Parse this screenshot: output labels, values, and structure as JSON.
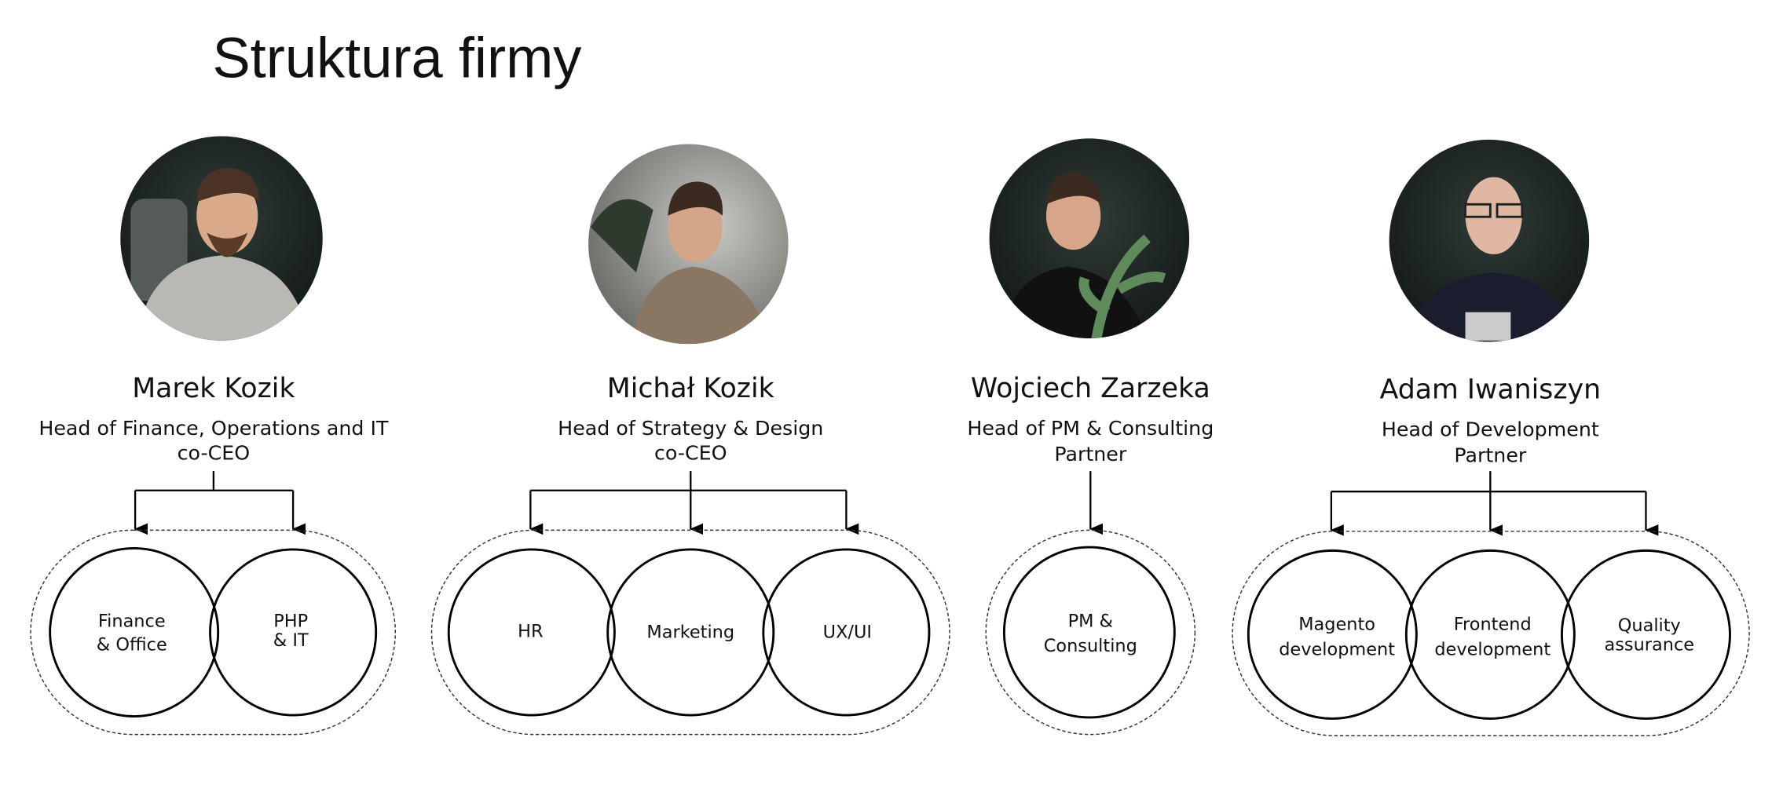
{
  "title": "Struktura firmy",
  "people": [
    {
      "name": "Marek Kozik",
      "role": "Head of Finance, Operations and IT",
      "position": "co-CEO",
      "units": [
        [
          "Finance",
          "& Office"
        ],
        [
          "PHP",
          "& IT"
        ]
      ]
    },
    {
      "name": "Michał Kozik",
      "role": "Head of Strategy & Design",
      "position": "co-CEO",
      "units": [
        [
          "HR"
        ],
        [
          "Marketing"
        ],
        [
          "UX/UI"
        ]
      ]
    },
    {
      "name": "Wojciech Zarzeka",
      "role": "Head of PM & Consulting",
      "position": "Partner",
      "units": [
        [
          "PM &",
          "Consulting"
        ]
      ]
    },
    {
      "name": "Adam Iwaniszyn",
      "role": "Head of Development",
      "position": "Partner",
      "units": [
        [
          "Magento",
          "development"
        ],
        [
          "Frontend",
          "development"
        ],
        [
          "Quality",
          "assurance"
        ]
      ]
    }
  ]
}
